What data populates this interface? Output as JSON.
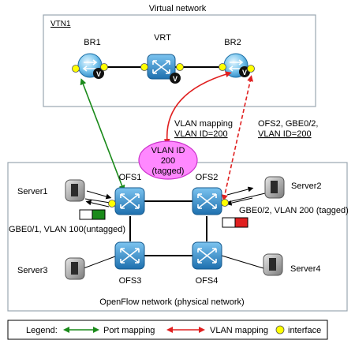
{
  "virtual_network": {
    "title": "Virtual network",
    "vtn_label": "VTN1",
    "nodes": [
      {
        "id": "br1",
        "label": "BR1"
      },
      {
        "id": "vrt",
        "label": "VRT"
      },
      {
        "id": "br2",
        "label": "BR2"
      }
    ],
    "v_badge": "V"
  },
  "physical_network": {
    "title": "OpenFlow  network (physical network)",
    "switches": [
      {
        "id": "ofs1",
        "label": "OFS1"
      },
      {
        "id": "ofs2",
        "label": "OFS2"
      },
      {
        "id": "ofs3",
        "label": "OFS3"
      },
      {
        "id": "ofs4",
        "label": "OFS4"
      }
    ],
    "servers": [
      {
        "id": "server1",
        "label": "Server1"
      },
      {
        "id": "server2",
        "label": "Server2"
      },
      {
        "id": "server3",
        "label": "Server3"
      },
      {
        "id": "server4",
        "label": "Server4"
      }
    ],
    "port_labels": {
      "ofs1": "GBE0/1, VLAN 100(untagged)",
      "ofs2": "GBE0/2, VLAN 200 (tagged)"
    }
  },
  "annotations": {
    "vlan_mapping_line1": "VLAN mapping",
    "vlan_mapping_line2": "VLAN ID=200",
    "ofs2_port_line1": "OFS2, GBE0/2,",
    "ofs2_port_line2": "VLAN ID=200",
    "vlan_bubble_line1": "VLAN ID",
    "vlan_bubble_line2": "200",
    "vlan_bubble_line3": "(tagged)"
  },
  "legend": {
    "title": "Legend:",
    "port_mapping": "Port mapping",
    "vlan_mapping": "VLAN mapping",
    "interface": "interface"
  },
  "colors": {
    "port_mapping": "#1a8a1a",
    "vlan_mapping": "#e02020",
    "interface_fill": "#ffff00",
    "bubble_fill": "#ff88ff",
    "bubble_stroke": "#cc33cc",
    "switch_fill": "#2f8fd0",
    "panel_border": "#9aa6b0"
  },
  "icons": {
    "switch": "switch-icon",
    "bridge": "bridge-icon",
    "router": "router-icon",
    "server": "server-icon"
  }
}
